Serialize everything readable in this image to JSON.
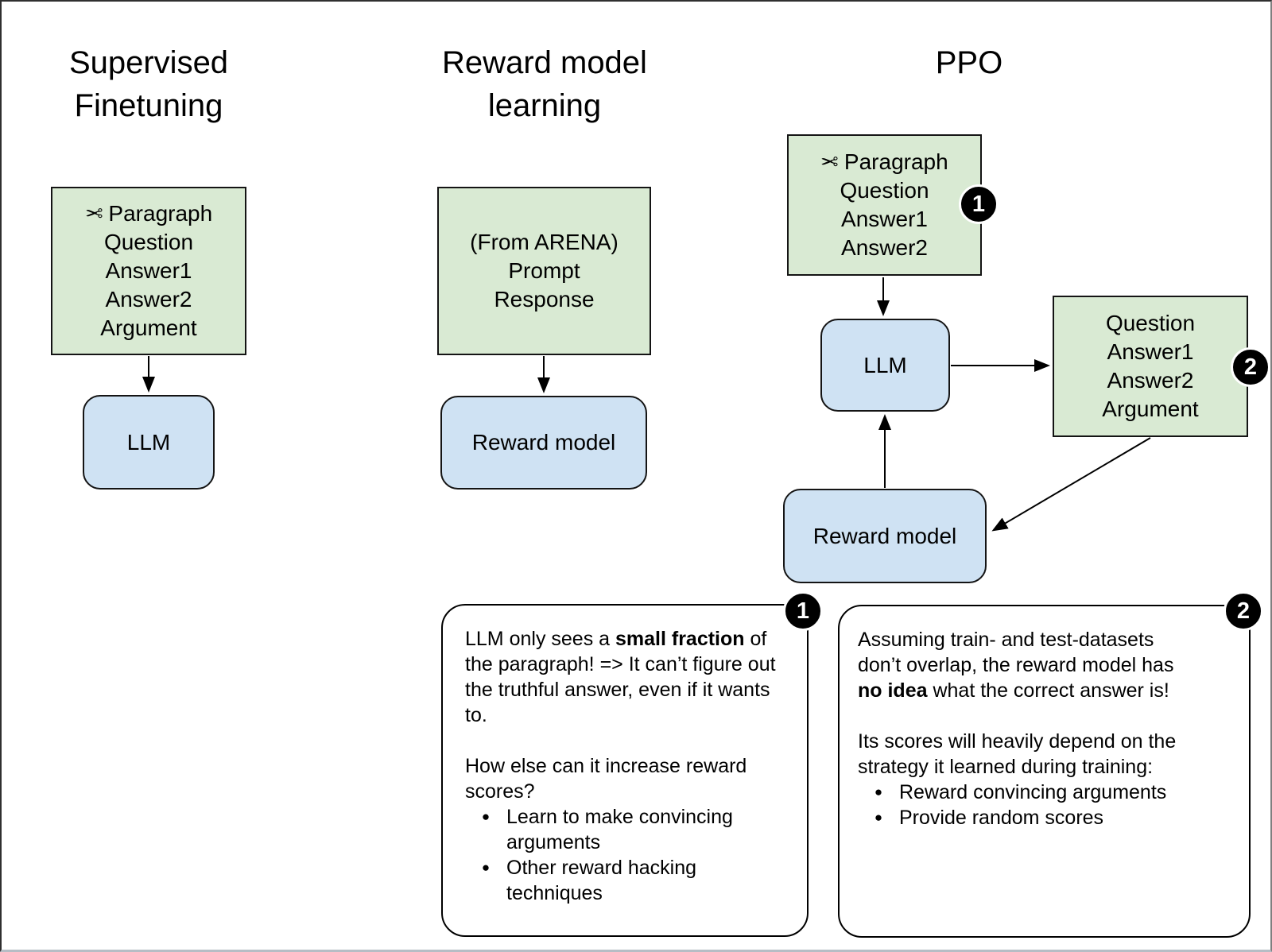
{
  "colors": {
    "background": "#ffffff",
    "data_box_fill": "#d9ead3",
    "model_box_fill": "#cfe2f3",
    "box_border": "#141414",
    "badge_bg": "#000000",
    "badge_text": "#ffffff",
    "text": "#000000"
  },
  "icons": {
    "scissors": "✂",
    "bullet": "●"
  },
  "columns": {
    "sft": {
      "title_line1": "Supervised",
      "title_line2": "Finetuning",
      "data_box": {
        "lines": [
          "Paragraph",
          "Question",
          "Answer1",
          "Answer2",
          "Argument"
        ]
      },
      "model_box": {
        "label": "LLM"
      }
    },
    "rm": {
      "title_line1": "Reward model",
      "title_line2": "learning",
      "data_box": {
        "lines": [
          "(From ARENA)",
          "Prompt",
          "Response"
        ]
      },
      "model_box": {
        "label": "Reward model"
      }
    },
    "ppo": {
      "title": "PPO",
      "input_box": {
        "lines": [
          "Paragraph",
          "Question",
          "Answer1",
          "Answer2"
        ],
        "badge": "1"
      },
      "llm_box": {
        "label": "LLM"
      },
      "output_box": {
        "lines": [
          "Question",
          "Answer1",
          "Answer2",
          "Argument"
        ],
        "badge": "2"
      },
      "reward_box": {
        "label": "Reward model"
      }
    }
  },
  "notes": {
    "note1": {
      "badge": "1",
      "p1_pre": "LLM only sees a ",
      "p1_bold": "small fraction",
      "p1_post": " of the paragraph! => It can’t figure out the truthful answer, even if it wants to.",
      "p2": "How else can it increase reward scores?",
      "bullets": [
        "Learn to make convincing arguments",
        "Other reward hacking techniques"
      ]
    },
    "note2": {
      "badge": "2",
      "p1_pre": "Assuming train- and test-datasets don’t overlap, the reward model has ",
      "p1_bold": "no idea",
      "p1_post": " what the correct answer is!",
      "p2": "Its scores will heavily depend on the strategy it learned during training:",
      "bullets": [
        "Reward convincing arguments",
        "Provide random scores"
      ]
    }
  }
}
